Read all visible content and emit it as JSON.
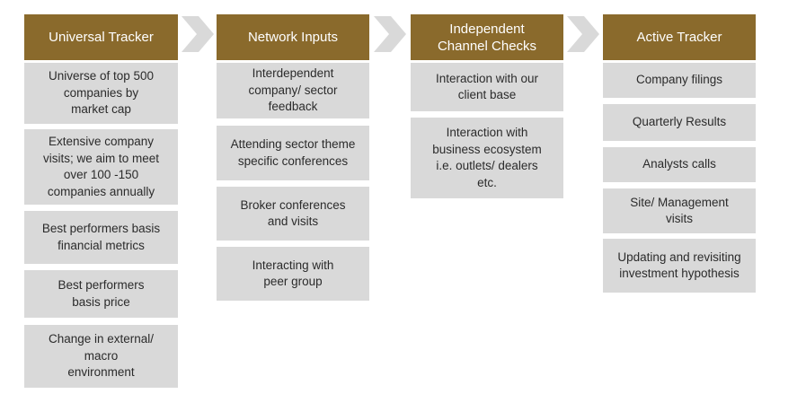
{
  "columns": [
    {
      "header": "Universal Tracker",
      "items": [
        "Universe of top 500\ncompanies by\nmarket cap",
        "Extensive company\nvisits; we aim to meet\nover 100 -150\ncompanies annually",
        "Best performers basis\nfinancial metrics",
        "Best performers\nbasis price",
        "Change in external/\nmacro\nenvironment"
      ]
    },
    {
      "header": "Network Inputs",
      "items": [
        "Interdependent\ncompany/ sector\nfeedback",
        "Attending sector theme\nspecific conferences",
        "Broker conferences\nand visits",
        "Interacting with\npeer group"
      ]
    },
    {
      "header": "Independent\nChannel Checks",
      "items": [
        "Interaction with our\nclient base",
        "Interaction with\nbusiness ecosystem\ni.e. outlets/ dealers\netc."
      ]
    },
    {
      "header": "Active Tracker",
      "items": [
        "Company filings",
        "Quarterly Results",
        "Analysts calls",
        "Site/ Management\nvisits",
        "Updating and revisiting\ninvestment hypothesis"
      ]
    }
  ],
  "colors": {
    "header_bg": "#8a6a2c",
    "header_text": "#ffffff",
    "box_bg": "#d9d9d9",
    "box_text": "#2b2b2b",
    "arrow": "#d9d9d9"
  },
  "icons": [
    "chevron-right-icon"
  ]
}
